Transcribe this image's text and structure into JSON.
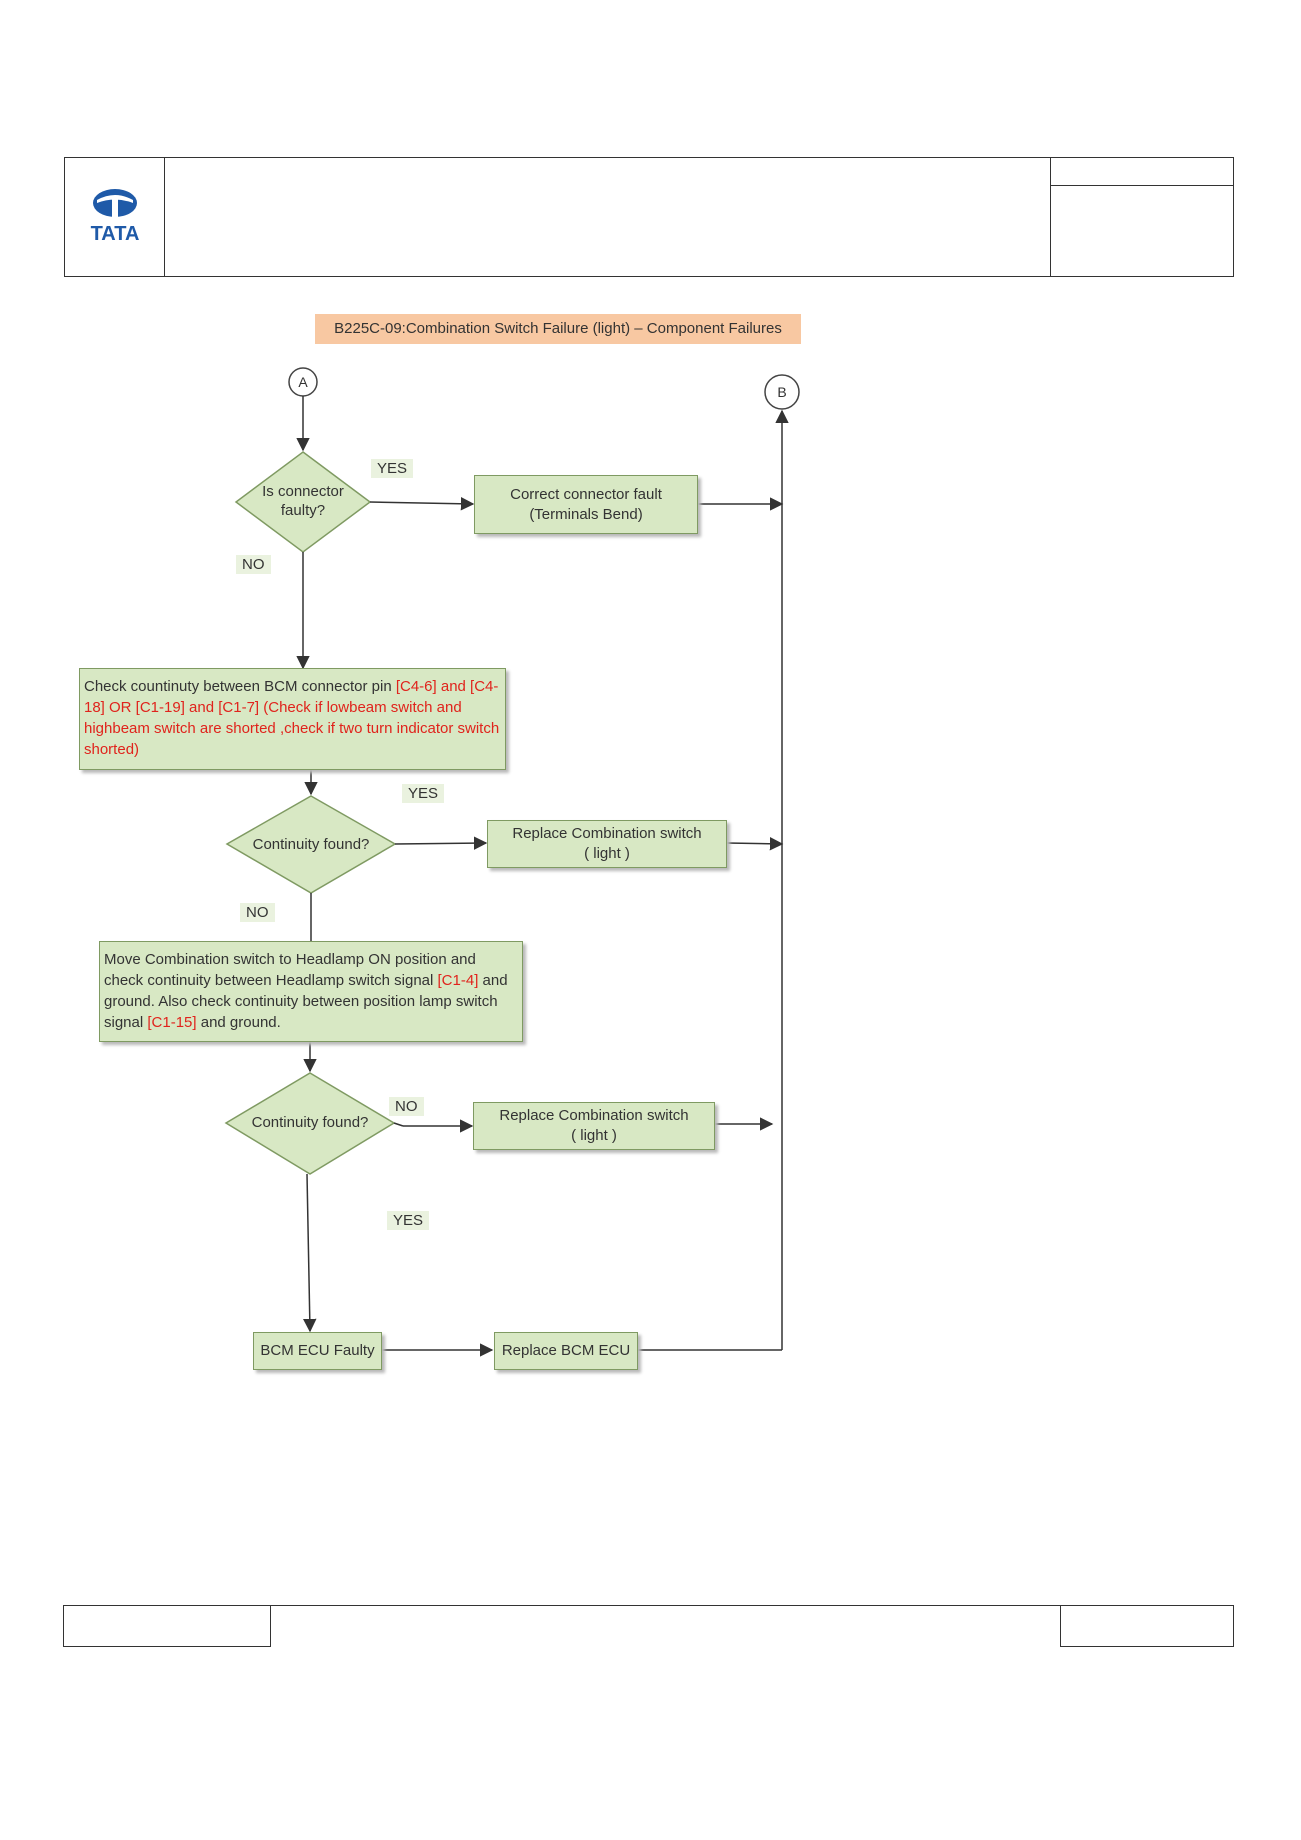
{
  "header": {
    "logo_text": "TATA"
  },
  "flowchart": {
    "title": "B225C-09:Combination Switch Failure (light) – Component Failures",
    "connector_a": "A",
    "connector_b": "B",
    "decision1": {
      "line1": "Is connector",
      "line2": "faulty?"
    },
    "decision1_yes": "YES",
    "decision1_no": "NO",
    "action1": {
      "line1": "Correct connector fault",
      "line2": "(Terminals Bend)"
    },
    "check1": {
      "t1": "Check countinuty between BCM connector pin ",
      "r1": "[C4-6]  and [C4-18]  OR  [C1-19]  and [C1-7]  (Check if lowbeam switch and highbeam switch are shorted ,check if two turn indicator switch shorted)"
    },
    "decision2": {
      "line1": "Continuity found?"
    },
    "decision2_yes": "YES",
    "decision2_no": "NO",
    "action2": {
      "line1": "Replace Combination switch",
      "line2": "( light )"
    },
    "check2": {
      "t1": "Move Combination switch to Headlamp ON position and check continuity between Headlamp switch signal ",
      "r1": "[C1-4]",
      "t2": " and ground. Also check continuity between position lamp switch signal ",
      "r2": "[C1-15]",
      "t3": " and ground."
    },
    "decision3": {
      "line1": "Continuity found?"
    },
    "decision3_no": "NO",
    "decision3_yes": "YES",
    "action3": {
      "line1": "Replace Combination switch",
      "line2": "( light )"
    },
    "result1": "BCM ECU Faulty",
    "action4": "Replace BCM  ECU"
  }
}
